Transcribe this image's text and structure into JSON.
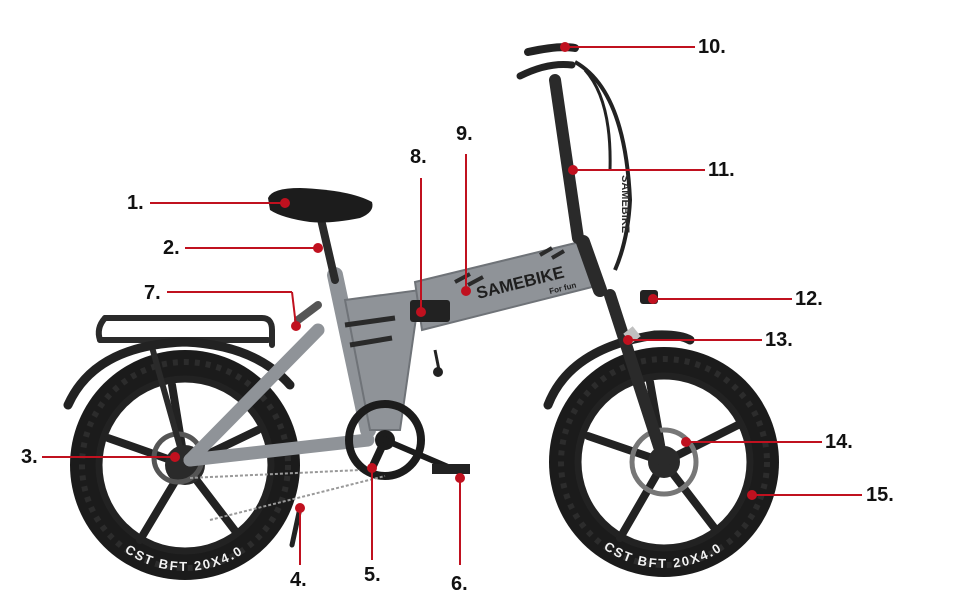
{
  "image": {
    "brand_on_frame": "SAMEBIKE",
    "brand_tagline": "For fun",
    "brand_on_cable": "SAMEBIKE",
    "tire_text": "CST BFT 20X4.0",
    "frame_color": "#8f9398",
    "accent_color": "#c0111f"
  },
  "callouts": [
    {
      "id": "1",
      "label": "1."
    },
    {
      "id": "2",
      "label": "2."
    },
    {
      "id": "3",
      "label": "3."
    },
    {
      "id": "4",
      "label": "4."
    },
    {
      "id": "5",
      "label": "5."
    },
    {
      "id": "6",
      "label": "6."
    },
    {
      "id": "7",
      "label": "7."
    },
    {
      "id": "8",
      "label": "8."
    },
    {
      "id": "9",
      "label": "9."
    },
    {
      "id": "10",
      "label": "10."
    },
    {
      "id": "11",
      "label": "11."
    },
    {
      "id": "12",
      "label": "12."
    },
    {
      "id": "13",
      "label": "13."
    },
    {
      "id": "14",
      "label": "14."
    },
    {
      "id": "15",
      "label": "15."
    }
  ]
}
